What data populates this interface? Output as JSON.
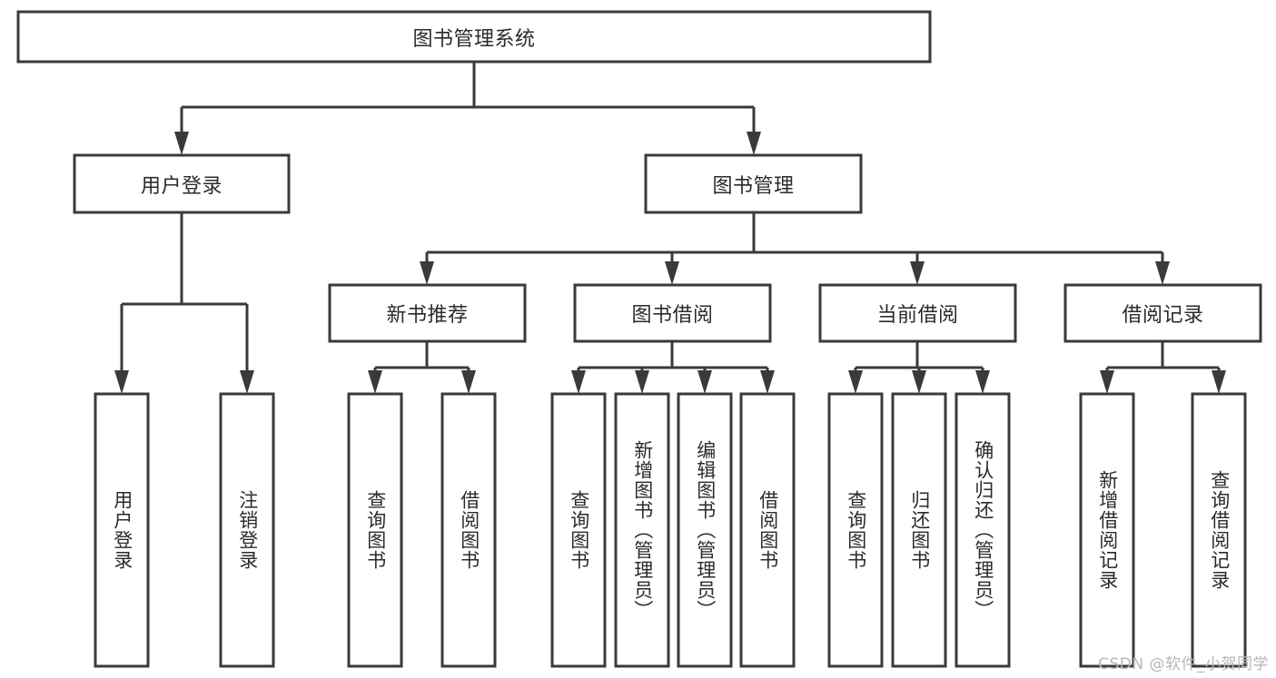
{
  "diagram": {
    "title": "图书管理系统",
    "type": "tree-hierarchy-diagram",
    "watermark": "CSDN @软件_小贺同学",
    "colors": {
      "stroke": "#3a3a3a",
      "box_fill": "#ffffff",
      "text": "#2b2b2b",
      "background": "#ffffff",
      "watermark": "#b6b6b6"
    },
    "nodes": {
      "root": {
        "label": "图书管理系统",
        "level": 0
      },
      "level1": [
        {
          "id": "user-login",
          "label": "用户登录"
        },
        {
          "id": "book-manage",
          "label": "图书管理"
        }
      ],
      "level2": [
        {
          "id": "new-book-rec",
          "label": "新书推荐",
          "parent": "book-manage"
        },
        {
          "id": "book-borrow",
          "label": "图书借阅",
          "parent": "book-manage"
        },
        {
          "id": "current-borrow",
          "label": "当前借阅",
          "parent": "book-manage"
        },
        {
          "id": "borrow-record",
          "label": "借阅记录",
          "parent": "book-manage"
        }
      ],
      "leaves": [
        {
          "id": "leaf-user-login",
          "label": "用户登录",
          "parent": "user-login"
        },
        {
          "id": "leaf-logout",
          "label": "注销登录",
          "parent": "user-login"
        },
        {
          "id": "leaf-query-book-1",
          "label": "查询图书",
          "parent": "new-book-rec"
        },
        {
          "id": "leaf-borrow-book-1",
          "label": "借阅图书",
          "parent": "new-book-rec"
        },
        {
          "id": "leaf-query-book-2",
          "label": "查询图书",
          "parent": "book-borrow"
        },
        {
          "id": "leaf-add-book",
          "label": "新增图书（管理员）",
          "parent": "book-borrow"
        },
        {
          "id": "leaf-edit-book",
          "label": "编辑图书（管理员）",
          "parent": "book-borrow"
        },
        {
          "id": "leaf-borrow-book-2",
          "label": "借阅图书",
          "parent": "book-borrow"
        },
        {
          "id": "leaf-query-book-3",
          "label": "查询图书",
          "parent": "current-borrow"
        },
        {
          "id": "leaf-return-book",
          "label": "归还图书",
          "parent": "current-borrow"
        },
        {
          "id": "leaf-confirm-return",
          "label": "确认归还（管理员）",
          "parent": "current-borrow"
        },
        {
          "id": "leaf-add-record",
          "label": "新增借阅记录",
          "parent": "borrow-record"
        },
        {
          "id": "leaf-query-record",
          "label": "查询借阅记录",
          "parent": "borrow-record"
        }
      ]
    }
  }
}
